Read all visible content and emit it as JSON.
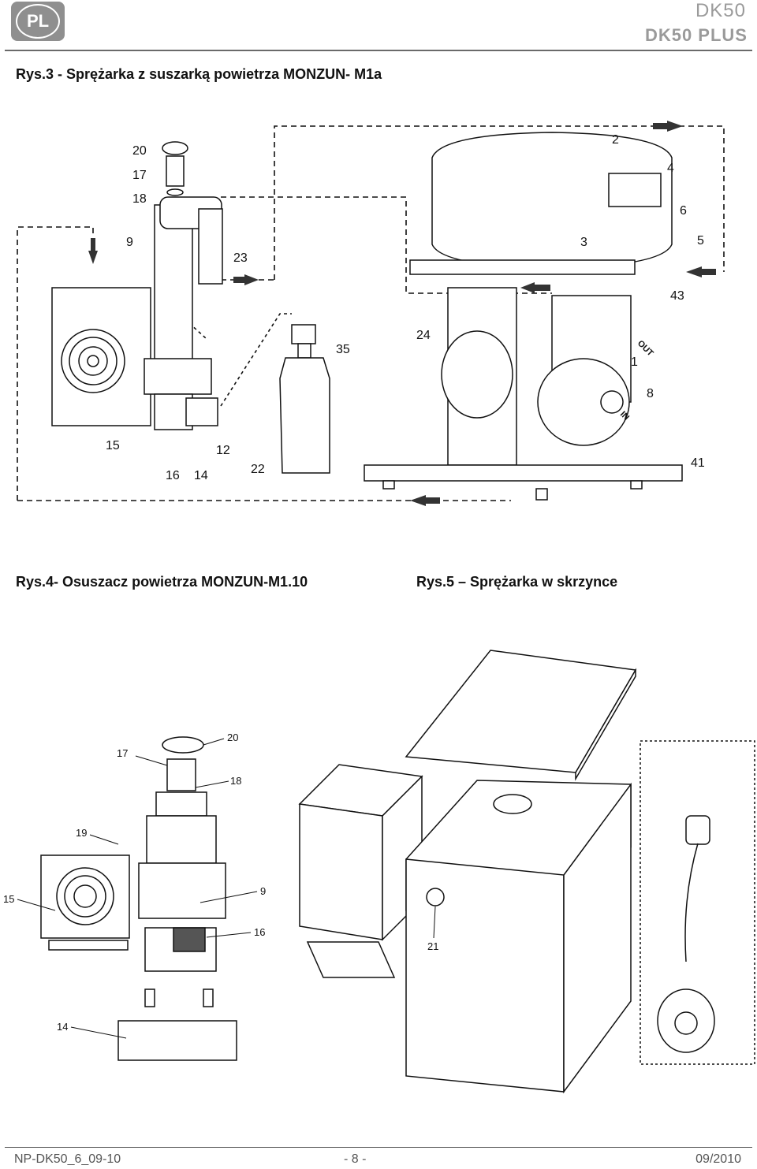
{
  "header": {
    "logo_text": "PL",
    "model_line1": "DK50",
    "model_line2": "DK50 PLUS"
  },
  "figure3": {
    "title": "Rys.3 - Sprężarka z suszarką powietrza MONZUN- M1a",
    "callouts": [
      "20",
      "17",
      "18",
      "9",
      "23",
      "15",
      "16",
      "14",
      "12",
      "35",
      "22",
      "2",
      "4",
      "6",
      "3",
      "5",
      "43",
      "24",
      "1",
      "8",
      "41"
    ],
    "labels": {
      "out": "OUT",
      "in": "IN"
    }
  },
  "figure4": {
    "caption": "Rys.4-  Osuszacz powietrza MONZUN-M1.10",
    "callouts": [
      "17",
      "20",
      "18",
      "19",
      "15",
      "9",
      "16",
      "14"
    ]
  },
  "figure5": {
    "caption": "Rys.5 – Sprężarka w skrzynce",
    "callouts": [
      "21"
    ]
  },
  "footer": {
    "doc_code": "NP-DK50_6_09-10",
    "page": "- 8 -",
    "date": "09/2010"
  }
}
